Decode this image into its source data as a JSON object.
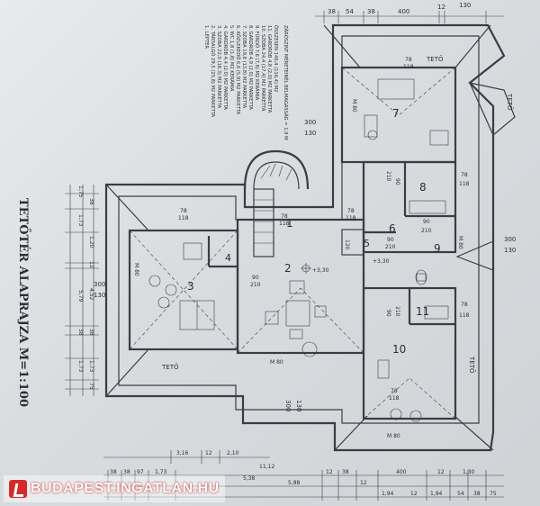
{
  "title": "TETŐTÉR ALAPRAJZA M=1:100",
  "legend": [
    "1. LÉPTÉR",
    "2. TÁRSALGÓ 29,5 (25,8) M2 PARKETTA",
    "3. SZOBA 22,0 (18,3) M2 PARKETTA",
    "4. GARDRÓB 4,4 (2,0) M2 PARKETTA",
    "5. WC 1,8 (1,8) M2 KERÁMIA",
    "6. KÖZLEKEDŐ 6,6 (5,9) M2 PARKETTA",
    "7. SZOBA 19,8 (13,8) M2 PARKETTA",
    "8. GARDRÓB 4,9 (2,0) M2 PARKETTA",
    "9. FÜRDŐ 7,6 (7,6) M2 KERÁMIA",
    "10. SZOBA 24,4 (17,4) M2 PARKETTA",
    "11. GARDRÓB 4,8 (2,0) M2 PARKETTA",
    "ÖSSZESEN 146,4 (116,4) M2",
    "ZÁRÓSZINT MÉRETEINÉL BELMAGASSÁG = 1,9 M"
  ],
  "rooms": [
    "1",
    "2",
    "3",
    "4",
    "5",
    "6",
    "7",
    "8",
    "9",
    "10",
    "11"
  ],
  "labels": {
    "teto": "TETŐ",
    "m80": "M 80",
    "level_a": "+3,30",
    "level_b": "+3,30",
    "dim_300": "300",
    "dim_130": "130",
    "dim_78": "78",
    "dim_118": "118",
    "dim_90": "90",
    "dim_210": "210",
    "dim_120": "120"
  },
  "dims_top": [
    "38",
    "54",
    "38",
    "400",
    "12",
    "130"
  ],
  "dims_bottom": [
    "3,16",
    "12",
    "2,10",
    "11,12",
    "38",
    "38",
    "97",
    "1,73",
    "5,38",
    "12",
    "38",
    "400",
    "12",
    "1,30",
    "5,88",
    "12",
    "1,94",
    "12",
    "1,94",
    "54",
    "38",
    "75"
  ],
  "dims_left": [
    "1,75",
    "38",
    "1,73",
    "1,20",
    "12",
    "4,52",
    "5,79",
    "38",
    "38",
    "1,73",
    "1,73",
    "75"
  ],
  "watermark": "BUDAPEST.INGATLAN.HU"
}
